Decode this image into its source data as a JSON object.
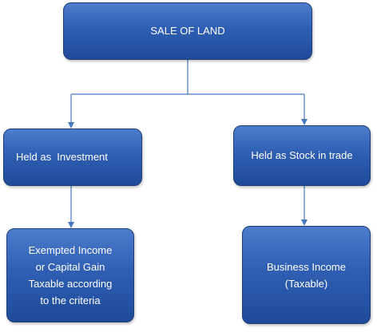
{
  "colors": {
    "box_fill": "#2f5fb3",
    "box_border": "#1f3e7a",
    "connector": "#4a78c0",
    "text": "#ffffff"
  },
  "nodes": {
    "root": {
      "label": "SALE OF LAND"
    },
    "investment": {
      "label": "Held as  Investment"
    },
    "stock": {
      "label": "Held as Stock in trade"
    },
    "exempted": {
      "lines": [
        "Exempted Income",
        "or Capital Gain",
        "Taxable according",
        "to the criteria"
      ]
    },
    "business": {
      "lines": [
        "Business Income",
        "(Taxable)"
      ]
    }
  },
  "edges": [
    {
      "from": "root",
      "to": "investment"
    },
    {
      "from": "root",
      "to": "stock"
    },
    {
      "from": "investment",
      "to": "exempted"
    },
    {
      "from": "stock",
      "to": "business"
    }
  ]
}
